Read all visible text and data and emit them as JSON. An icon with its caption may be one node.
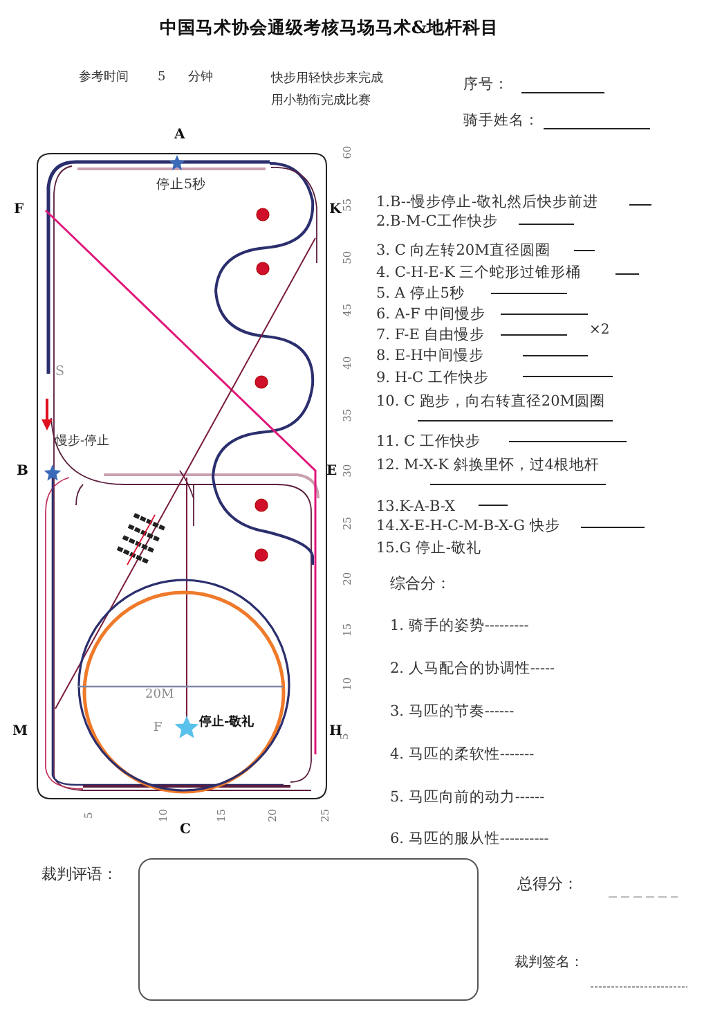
{
  "diagram": {
    "title": "中国马术协会通级考核马场马术&地杆科目",
    "nodes": [
      {
        "text": [
          "停止5秒",
          "S",
          "慢步-停止",
          "20M",
          "F",
          "停止-敬礼"
        ]
      },
      {
        "text": [],
        "shape": "box",
        "beside": [
          "裁判评语："
        ]
      }
    ],
    "edges": [],
    "labels": [
      "参考时间",
      "5",
      "分钟",
      "快步用轻快步来完成用小勒衔完成比赛",
      "序号：",
      "骑手姓名：",
      "A",
      "F",
      "K",
      "B",
      "E",
      "M",
      "H",
      "C",
      "60",
      "55",
      "50",
      "45",
      "40",
      "35",
      "30",
      "25",
      "20",
      "15",
      "10",
      "5",
      "5",
      "10",
      "15",
      "20",
      "25",
      "1.B--慢步停止-敬礼然后快步前进",
      "2.B-M-C工作快步",
      "3. C 向左转20M直径圆圈",
      "4. C-H-E-K 三个蛇形过锥形桶",
      "5. A  停止5秒",
      "6. A-F 中间慢步",
      "7. F-E 自由慢步",
      "×2",
      "8. E-H中间慢步",
      "9.  H-C 工作快步",
      "10. C 跑步，向右转直径20M圆圈",
      "11. C  工作快步",
      "12.  M-X-K 斜换里怀，过4根地杆",
      "13.K-A-B-X",
      "14.X-E-H-C-M-B-X-G 快步",
      "15.G 停止-敬礼",
      "综合分：",
      "1. 骑手的姿势---------",
      "2. 人马配合的协调性-----",
      "3. 马匹的节奏------",
      "4. 马匹的柔软性-------",
      "5. 马匹向前的动力------",
      "6. 马匹的服从性----------",
      "总得分：",
      "裁判签名："
    ]
  }
}
